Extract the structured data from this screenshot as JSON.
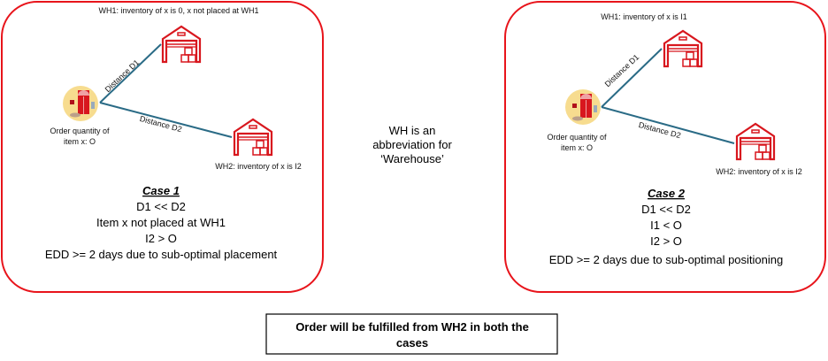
{
  "colors": {
    "frame": "#e8141b",
    "line": "#2a6b86",
    "icon": "#d8171e"
  },
  "case1": {
    "wh1_label": "WH1:  inventory of x  is 0, x not placed at WH1",
    "wh2_label": "WH2:  inventory of x  is I2",
    "order_label": [
      "Order quantity of",
      "item x: O"
    ],
    "d1": "Distance D1",
    "d2": "Distance D2",
    "title": "Case 1",
    "lines": [
      "D1 << D2",
      "Item x not placed at WH1",
      "I2 > O",
      "EDD >= 2 days due to sub-optimal placement"
    ]
  },
  "case2": {
    "wh1_label": "WH1:  inventory of x  is I1",
    "wh2_label": "WH2:  inventory of x  is I2",
    "order_label": [
      "Order quantity of",
      "item x: O"
    ],
    "d1": "Distance D1",
    "d2": "Distance D2",
    "title": "Case 2",
    "lines": [
      "D1 << D2",
      "I1 < O",
      "I2 > O",
      "EDD >= 2 days due to sub-optimal positioning"
    ]
  },
  "note": [
    "WH is an",
    "abbreviation for",
    "‘Warehouse’"
  ],
  "conclusion": [
    "Order will be fulfilled from WH2 in both the",
    "cases"
  ]
}
